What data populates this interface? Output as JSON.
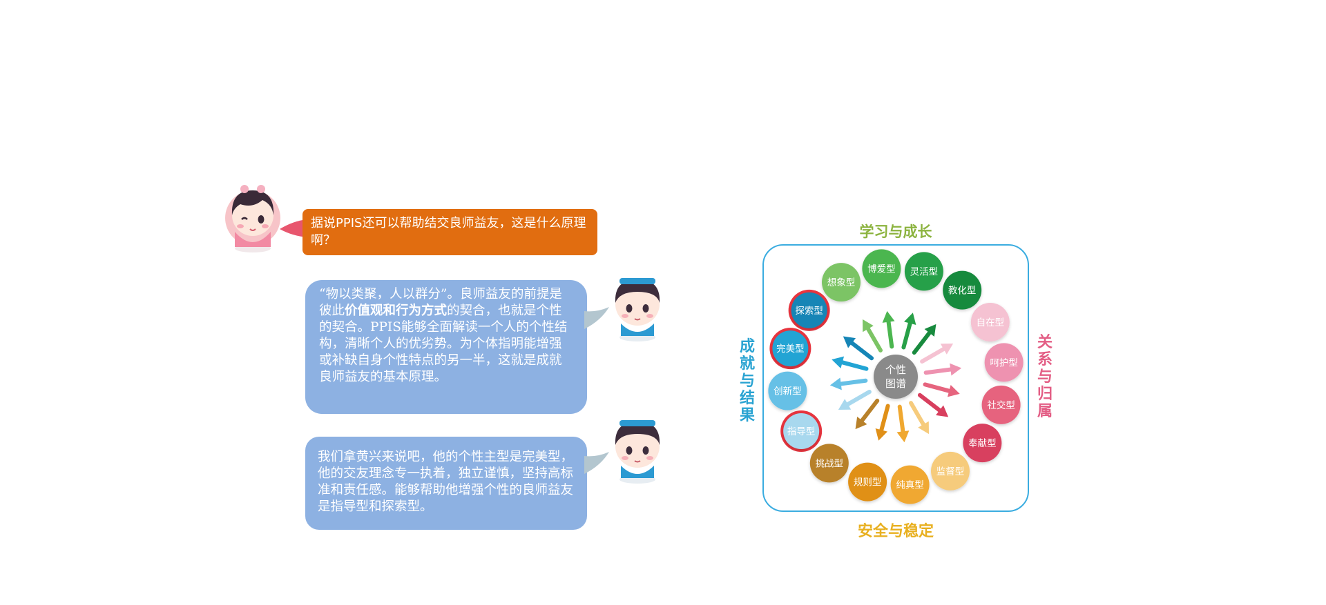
{
  "question": {
    "text_prefix": "据说",
    "text_brand": "PPIS",
    "text_suffix": "还可以帮助结交良师益友，这是什么原理啊？"
  },
  "answer1": {
    "part1": "“物以类聚，人以群分”。良师益友的前提是彼此",
    "bold": "价值观和行为方式",
    "part2": "的契合，也就是个性的契合。PPIS能够全面解读一个人的个性结构，清晰个人的优劣势。为个体指明能增强或补缺自身个性特点的另一半，这就是成就良师益友的基本原理。"
  },
  "answer2": {
    "text": "我们拿黄兴来说吧，他的个性主型是完美型，他的交友理念专一执着，独立谨慎，坚持高标准和责任感。能够帮助他增强个性的良师益友是指导型和探索型。"
  },
  "diagram": {
    "center": [
      "个性",
      "图谱"
    ],
    "axes": {
      "top": "学习与成长",
      "bottom": "安全与稳定",
      "left": "成就与结果",
      "right": "关系与归属"
    },
    "colors": {
      "frame": "#3aace0",
      "center": "#8a8a8a",
      "top_label": "#8cb33f",
      "bottom_label": "#e8b020",
      "left_label": "#2aa3d2",
      "right_label": "#e35e85",
      "highlight_ring": "#e8353f"
    },
    "types": [
      {
        "label": "想象型",
        "color": "#7cc465",
        "highlight": false
      },
      {
        "label": "博爱型",
        "color": "#4cb650",
        "highlight": false
      },
      {
        "label": "灵活型",
        "color": "#28a048",
        "highlight": false
      },
      {
        "label": "教化型",
        "color": "#188a3e",
        "highlight": false
      },
      {
        "label": "自在型",
        "color": "#f5c2d2",
        "highlight": false
      },
      {
        "label": "呵护型",
        "color": "#ee92b0",
        "highlight": false
      },
      {
        "label": "社交型",
        "color": "#e6647e",
        "highlight": false
      },
      {
        "label": "奉献型",
        "color": "#d83f5e",
        "highlight": false
      },
      {
        "label": "监督型",
        "color": "#f6cb7c",
        "highlight": false
      },
      {
        "label": "纯真型",
        "color": "#f0a830",
        "highlight": false
      },
      {
        "label": "规则型",
        "color": "#e09018",
        "highlight": false
      },
      {
        "label": "挑战型",
        "color": "#b8812a",
        "highlight": false
      },
      {
        "label": "指导型",
        "color": "#a8d8ee",
        "highlight": true
      },
      {
        "label": "创新型",
        "color": "#66c0e6",
        "highlight": false
      },
      {
        "label": "完美型",
        "color": "#22a4d4",
        "highlight": true
      },
      {
        "label": "探索型",
        "color": "#1585b6",
        "highlight": true
      }
    ]
  }
}
